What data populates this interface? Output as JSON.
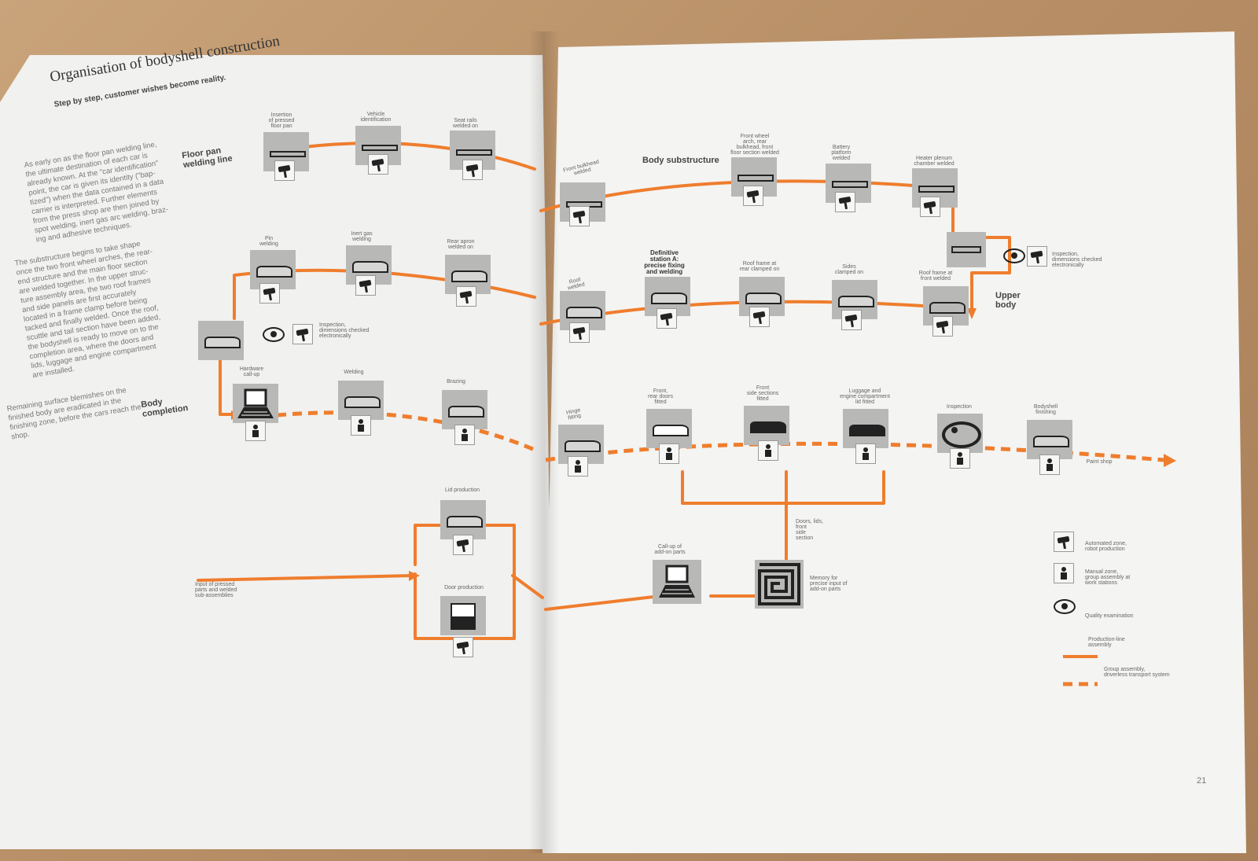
{
  "left_page": {
    "title": "Organisation of bodyshell construction",
    "subtitle": "Step by step, customer wishes become reality.",
    "paragraph_1": "As early on as the floor pan welding line,\nthe ultimate destination of each car is\nalready known. At the \"car identification\"\npoint, the car is given its identity (\"bap-\ntized\") when the data contained in a data\ncarrier is interpreted. Further elements\nfrom the press shop are then joined by\nspot welding, inert gas arc welding, braz-\ning and adhesive techniques.",
    "paragraph_2": "The substructure begins to take shape\nonce the two front wheel arches, the rear-\nend structure and the main floor section\nare welded together. In the upper struc-\nture assembly area, the two roof frames\nand side panels are first accurately\nlocated in a frame clamp before being\ntacked and finally welded. Once the roof,\nscuttle and tail section have been added,\nthe bodyshell is ready to move on to the\ncompletion area, where the doors and\nlids, luggage and engine compartment\nare installed.",
    "paragraph_3": "Remaining surface blemishes on the\nfinished body are eradicated in the\nfinishing zone, before the cars reach the\nshop."
  },
  "sections": {
    "floor_pan": "Floor pan\nwelding line",
    "body_substructure": "Body substructure",
    "upper_body": "Upper\nbody",
    "body_completion": "Body\ncompletion"
  },
  "stations": {
    "insertion_floor_pan": "Insertion\nof pressed\nfloor pan",
    "vehicle_identification": "Vehicle\nidentification",
    "seat_rails": "Seat rails\nwelded on",
    "front_bulkhead": "Front bulkhead\nwelded",
    "front_wheel_arch": "Front wheel\narch, rear\nbulkhead, front\nfloor section welded",
    "battery_platform": "Battery\nplatform\nwelded",
    "heater_plenum": "Heater plenum\nchamber welded",
    "pin_welding": "Pin\nwelding",
    "inert_gas_welding": "Inert gas\nwelding",
    "rear_apron": "Rear apron\nwelded on",
    "roof_welded": "Roof\nwelded",
    "definitive_station": "Definitive\nstation A:\nprecise fixing\nand welding",
    "roof_frame_rear": "Roof frame at\nrear clamped on",
    "sides_clamped": "Sides\nclamped on",
    "roof_frame_front": "Roof frame at\nfront welded",
    "hardware_callup": "Hardware\ncall-up",
    "welding": "Welding",
    "brazing": "Brazing",
    "hinge_fitting": "Hinge\nfitting",
    "front_rear_doors": "Front,\nrear doors\nfitted",
    "front_side_sections": "Front\nside sections\nfitted",
    "luggage_engine": "Luggage and\nengine compartment\nlid fitted",
    "inspection": "Inspection",
    "bodyshell_finishing": "Bodyshell\nfinishing",
    "lid_production": "Lid production",
    "door_production": "Door production",
    "callup_addon": "Call-up of\nadd-on parts"
  },
  "annotations": {
    "inspection_left": "Inspection,\ndimensions checked\nelectronically",
    "inspection_right": "Inspection,\ndimensions checked\nelectronically",
    "paint_shop": "Paint shop",
    "doors_lids": "Doors, lids,\nfront\nside\nsection",
    "memory": "Memory for\nprecise input of\nadd-on parts",
    "input_pressed": "Input of pressed\nparts and welded\nsub-assemblies"
  },
  "legend": {
    "automated": "Automated zone,\nrobot production",
    "manual": "Manual zone,\ngroup assembly at\nwork stations",
    "quality": "Quality examination",
    "production_line": "Production-line\nassembly",
    "group_assembly": "Group assembly,\ndriverless transport system"
  },
  "page_number": "21",
  "colors": {
    "line": "#ef7d2d",
    "station": "#b8b8b6",
    "paper": "#f3f3f1"
  }
}
